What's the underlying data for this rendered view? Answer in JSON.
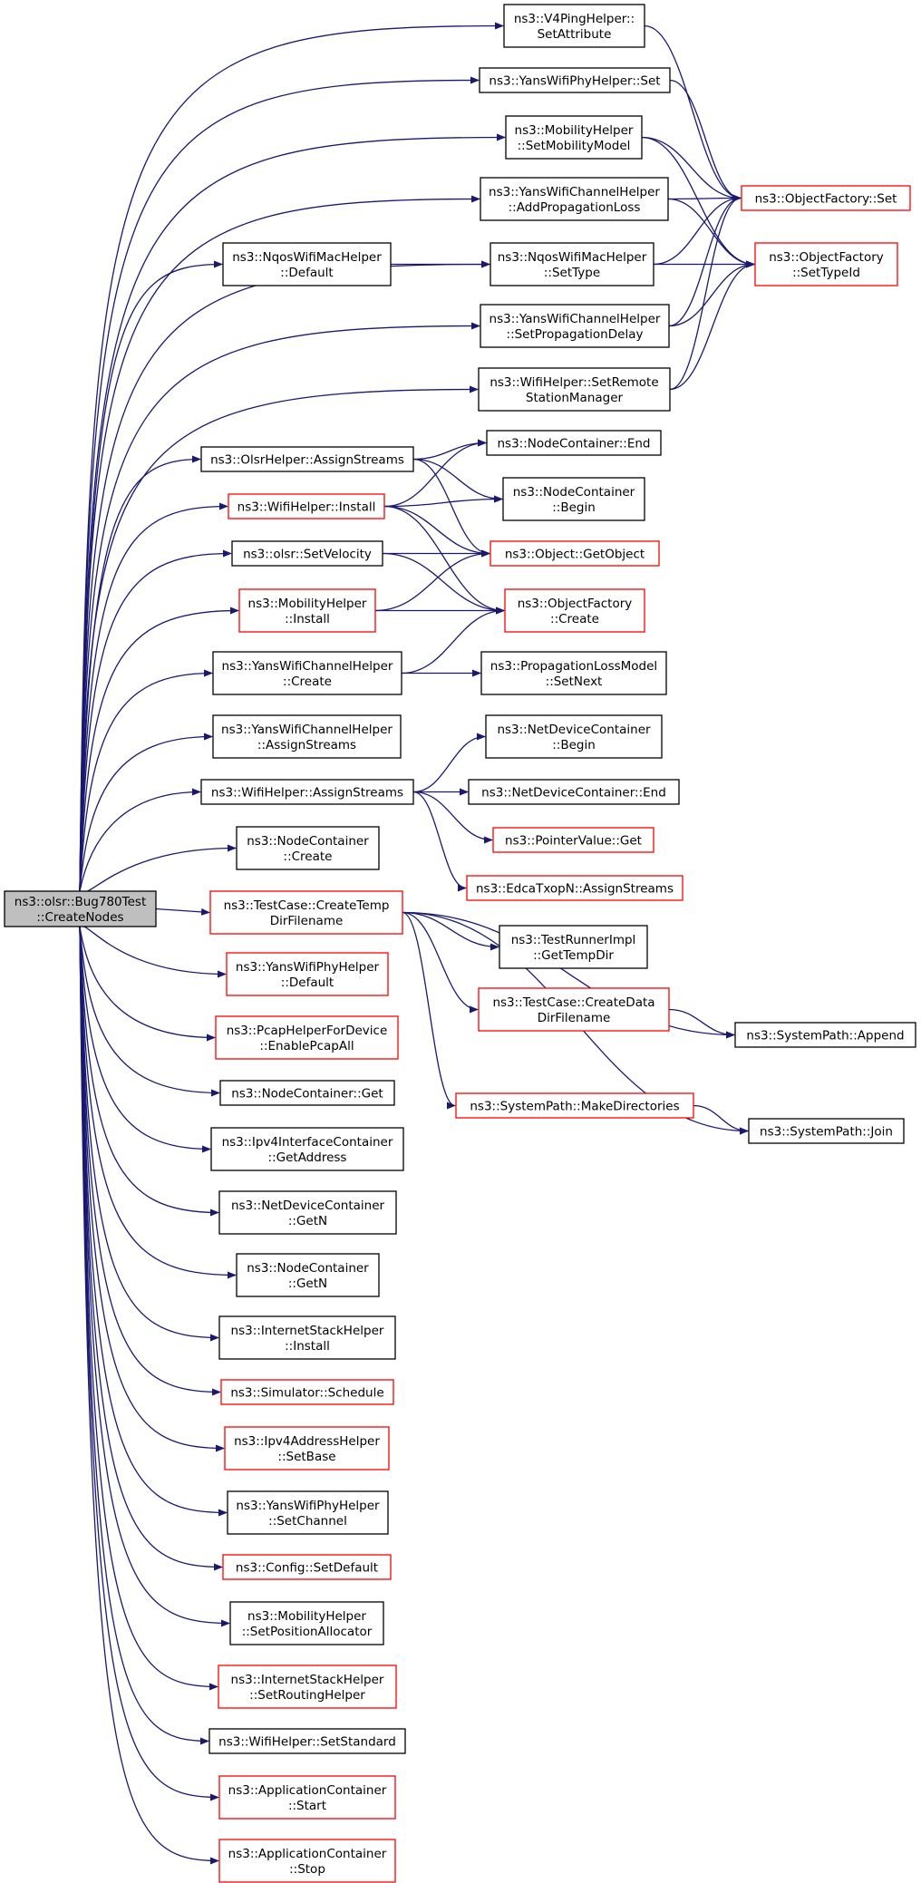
{
  "colors": {
    "edge": "#191970",
    "box_black": "#000000",
    "box_red": "#ff0000",
    "root_fill": "#bfbfbf",
    "background": "#ffffff"
  },
  "nodes": [
    {
      "id": "root",
      "lines": [
        "ns3::olsr::Bug780Test",
        "::CreateNodes"
      ],
      "color": "black",
      "root": true
    },
    {
      "id": "n1",
      "lines": [
        "ns3::V4PingHelper::",
        "SetAttribute"
      ],
      "color": "black"
    },
    {
      "id": "n2",
      "lines": [
        "ns3::YansWifiPhyHelper::Set"
      ],
      "color": "black"
    },
    {
      "id": "n3",
      "lines": [
        "ns3::MobilityHelper",
        "::SetMobilityModel"
      ],
      "color": "black"
    },
    {
      "id": "n4",
      "lines": [
        "ns3::YansWifiChannelHelper",
        "::AddPropagationLoss"
      ],
      "color": "black"
    },
    {
      "id": "n5",
      "lines": [
        "ns3::ObjectFactory::Set"
      ],
      "color": "red"
    },
    {
      "id": "n6",
      "lines": [
        "ns3::NqosWifiMacHelper",
        "::Default"
      ],
      "color": "black"
    },
    {
      "id": "n7",
      "lines": [
        "ns3::NqosWifiMacHelper",
        "::SetType"
      ],
      "color": "black"
    },
    {
      "id": "n8",
      "lines": [
        "ns3::ObjectFactory",
        "::SetTypeId"
      ],
      "color": "red"
    },
    {
      "id": "n9",
      "lines": [
        "ns3::YansWifiChannelHelper",
        "::SetPropagationDelay"
      ],
      "color": "black"
    },
    {
      "id": "n10",
      "lines": [
        "ns3::WifiHelper::SetRemote",
        "StationManager"
      ],
      "color": "black"
    },
    {
      "id": "n11",
      "lines": [
        "ns3::OlsrHelper::AssignStreams"
      ],
      "color": "black"
    },
    {
      "id": "n12",
      "lines": [
        "ns3::NodeContainer::End"
      ],
      "color": "black"
    },
    {
      "id": "n13",
      "lines": [
        "ns3::WifiHelper::Install"
      ],
      "color": "red"
    },
    {
      "id": "n14",
      "lines": [
        "ns3::NodeContainer",
        "::Begin"
      ],
      "color": "black"
    },
    {
      "id": "n15",
      "lines": [
        "ns3::olsr::SetVelocity"
      ],
      "color": "black"
    },
    {
      "id": "n16",
      "lines": [
        "ns3::Object::GetObject"
      ],
      "color": "red"
    },
    {
      "id": "n17",
      "lines": [
        "ns3::MobilityHelper",
        "::Install"
      ],
      "color": "red"
    },
    {
      "id": "n18",
      "lines": [
        "ns3::ObjectFactory",
        "::Create"
      ],
      "color": "red"
    },
    {
      "id": "n19",
      "lines": [
        "ns3::YansWifiChannelHelper",
        "::Create"
      ],
      "color": "black"
    },
    {
      "id": "n20",
      "lines": [
        "ns3::PropagationLossModel",
        "::SetNext"
      ],
      "color": "black"
    },
    {
      "id": "n21",
      "lines": [
        "ns3::YansWifiChannelHelper",
        "::AssignStreams"
      ],
      "color": "black"
    },
    {
      "id": "n22",
      "lines": [
        "ns3::NetDeviceContainer",
        "::Begin"
      ],
      "color": "black"
    },
    {
      "id": "n23",
      "lines": [
        "ns3::WifiHelper::AssignStreams"
      ],
      "color": "black"
    },
    {
      "id": "n24",
      "lines": [
        "ns3::NetDeviceContainer::End"
      ],
      "color": "black"
    },
    {
      "id": "n25",
      "lines": [
        "ns3::PointerValue::Get"
      ],
      "color": "red"
    },
    {
      "id": "n26",
      "lines": [
        "ns3::NodeContainer",
        "::Create"
      ],
      "color": "black"
    },
    {
      "id": "n27",
      "lines": [
        "ns3::EdcaTxopN::AssignStreams"
      ],
      "color": "red"
    },
    {
      "id": "n28",
      "lines": [
        "ns3::TestCase::CreateTemp",
        "DirFilename"
      ],
      "color": "red"
    },
    {
      "id": "n29",
      "lines": [
        "ns3::TestRunnerImpl",
        "::GetTempDir"
      ],
      "color": "black"
    },
    {
      "id": "n30",
      "lines": [
        "ns3::YansWifiPhyHelper",
        "::Default"
      ],
      "color": "red"
    },
    {
      "id": "n31",
      "lines": [
        "ns3::TestCase::CreateData",
        "DirFilename"
      ],
      "color": "red"
    },
    {
      "id": "n32",
      "lines": [
        "ns3::SystemPath::Append"
      ],
      "color": "black"
    },
    {
      "id": "n33",
      "lines": [
        "ns3::PcapHelperForDevice",
        "::EnablePcapAll"
      ],
      "color": "red"
    },
    {
      "id": "n34",
      "lines": [
        "ns3::NodeContainer::Get"
      ],
      "color": "black"
    },
    {
      "id": "n35",
      "lines": [
        "ns3::SystemPath::MakeDirectories"
      ],
      "color": "red"
    },
    {
      "id": "n36",
      "lines": [
        "ns3::SystemPath::Join"
      ],
      "color": "black"
    },
    {
      "id": "n37",
      "lines": [
        "ns3::Ipv4InterfaceContainer",
        "::GetAddress"
      ],
      "color": "black"
    },
    {
      "id": "n38",
      "lines": [
        "ns3::NetDeviceContainer",
        "::GetN"
      ],
      "color": "black"
    },
    {
      "id": "n39",
      "lines": [
        "ns3::NodeContainer",
        "::GetN"
      ],
      "color": "black"
    },
    {
      "id": "n40",
      "lines": [
        "ns3::InternetStackHelper",
        "::Install"
      ],
      "color": "black"
    },
    {
      "id": "n41",
      "lines": [
        "ns3::Simulator::Schedule"
      ],
      "color": "red"
    },
    {
      "id": "n42",
      "lines": [
        "ns3::Ipv4AddressHelper",
        "::SetBase"
      ],
      "color": "red"
    },
    {
      "id": "n43",
      "lines": [
        "ns3::YansWifiPhyHelper",
        "::SetChannel"
      ],
      "color": "black"
    },
    {
      "id": "n44",
      "lines": [
        "ns3::Config::SetDefault"
      ],
      "color": "red"
    },
    {
      "id": "n45",
      "lines": [
        "ns3::MobilityHelper",
        "::SetPositionAllocator"
      ],
      "color": "black"
    },
    {
      "id": "n46",
      "lines": [
        "ns3::InternetStackHelper",
        "::SetRoutingHelper"
      ],
      "color": "red"
    },
    {
      "id": "n47",
      "lines": [
        "ns3::WifiHelper::SetStandard"
      ],
      "color": "black"
    },
    {
      "id": "n48",
      "lines": [
        "ns3::ApplicationContainer",
        "::Start"
      ],
      "color": "red"
    },
    {
      "id": "n49",
      "lines": [
        "ns3::ApplicationContainer",
        "::Stop"
      ],
      "color": "red"
    }
  ],
  "edges": [
    [
      "root",
      "n1"
    ],
    [
      "root",
      "n2"
    ],
    [
      "root",
      "n3"
    ],
    [
      "root",
      "n4"
    ],
    [
      "root",
      "n6"
    ],
    [
      "root",
      "n7"
    ],
    [
      "root",
      "n9"
    ],
    [
      "root",
      "n10"
    ],
    [
      "root",
      "n11"
    ],
    [
      "root",
      "n13"
    ],
    [
      "root",
      "n15"
    ],
    [
      "root",
      "n17"
    ],
    [
      "root",
      "n19"
    ],
    [
      "root",
      "n21"
    ],
    [
      "root",
      "n23"
    ],
    [
      "root",
      "n26"
    ],
    [
      "root",
      "n28"
    ],
    [
      "root",
      "n30"
    ],
    [
      "root",
      "n33"
    ],
    [
      "root",
      "n34"
    ],
    [
      "root",
      "n37"
    ],
    [
      "root",
      "n38"
    ],
    [
      "root",
      "n39"
    ],
    [
      "root",
      "n40"
    ],
    [
      "root",
      "n41"
    ],
    [
      "root",
      "n42"
    ],
    [
      "root",
      "n43"
    ],
    [
      "root",
      "n44"
    ],
    [
      "root",
      "n45"
    ],
    [
      "root",
      "n46"
    ],
    [
      "root",
      "n47"
    ],
    [
      "root",
      "n48"
    ],
    [
      "root",
      "n49"
    ],
    [
      "n1",
      "n5"
    ],
    [
      "n2",
      "n5"
    ],
    [
      "n3",
      "n5"
    ],
    [
      "n3",
      "n8"
    ],
    [
      "n4",
      "n5"
    ],
    [
      "n4",
      "n8"
    ],
    [
      "n6",
      "n7"
    ],
    [
      "n7",
      "n5"
    ],
    [
      "n7",
      "n8"
    ],
    [
      "n9",
      "n5"
    ],
    [
      "n9",
      "n8"
    ],
    [
      "n10",
      "n5"
    ],
    [
      "n10",
      "n8"
    ],
    [
      "n11",
      "n12"
    ],
    [
      "n11",
      "n14"
    ],
    [
      "n11",
      "n16"
    ],
    [
      "n13",
      "n12"
    ],
    [
      "n13",
      "n14"
    ],
    [
      "n13",
      "n16"
    ],
    [
      "n13",
      "n18"
    ],
    [
      "n15",
      "n16"
    ],
    [
      "n15",
      "n18"
    ],
    [
      "n17",
      "n16"
    ],
    [
      "n17",
      "n18"
    ],
    [
      "n19",
      "n18"
    ],
    [
      "n19",
      "n20"
    ],
    [
      "n23",
      "n22"
    ],
    [
      "n23",
      "n24"
    ],
    [
      "n23",
      "n25"
    ],
    [
      "n23",
      "n27"
    ],
    [
      "n28",
      "n29"
    ],
    [
      "n28",
      "n31"
    ],
    [
      "n28",
      "n32"
    ],
    [
      "n28",
      "n35"
    ],
    [
      "n28",
      "n36"
    ],
    [
      "n31",
      "n32"
    ],
    [
      "n35",
      "n36"
    ]
  ]
}
